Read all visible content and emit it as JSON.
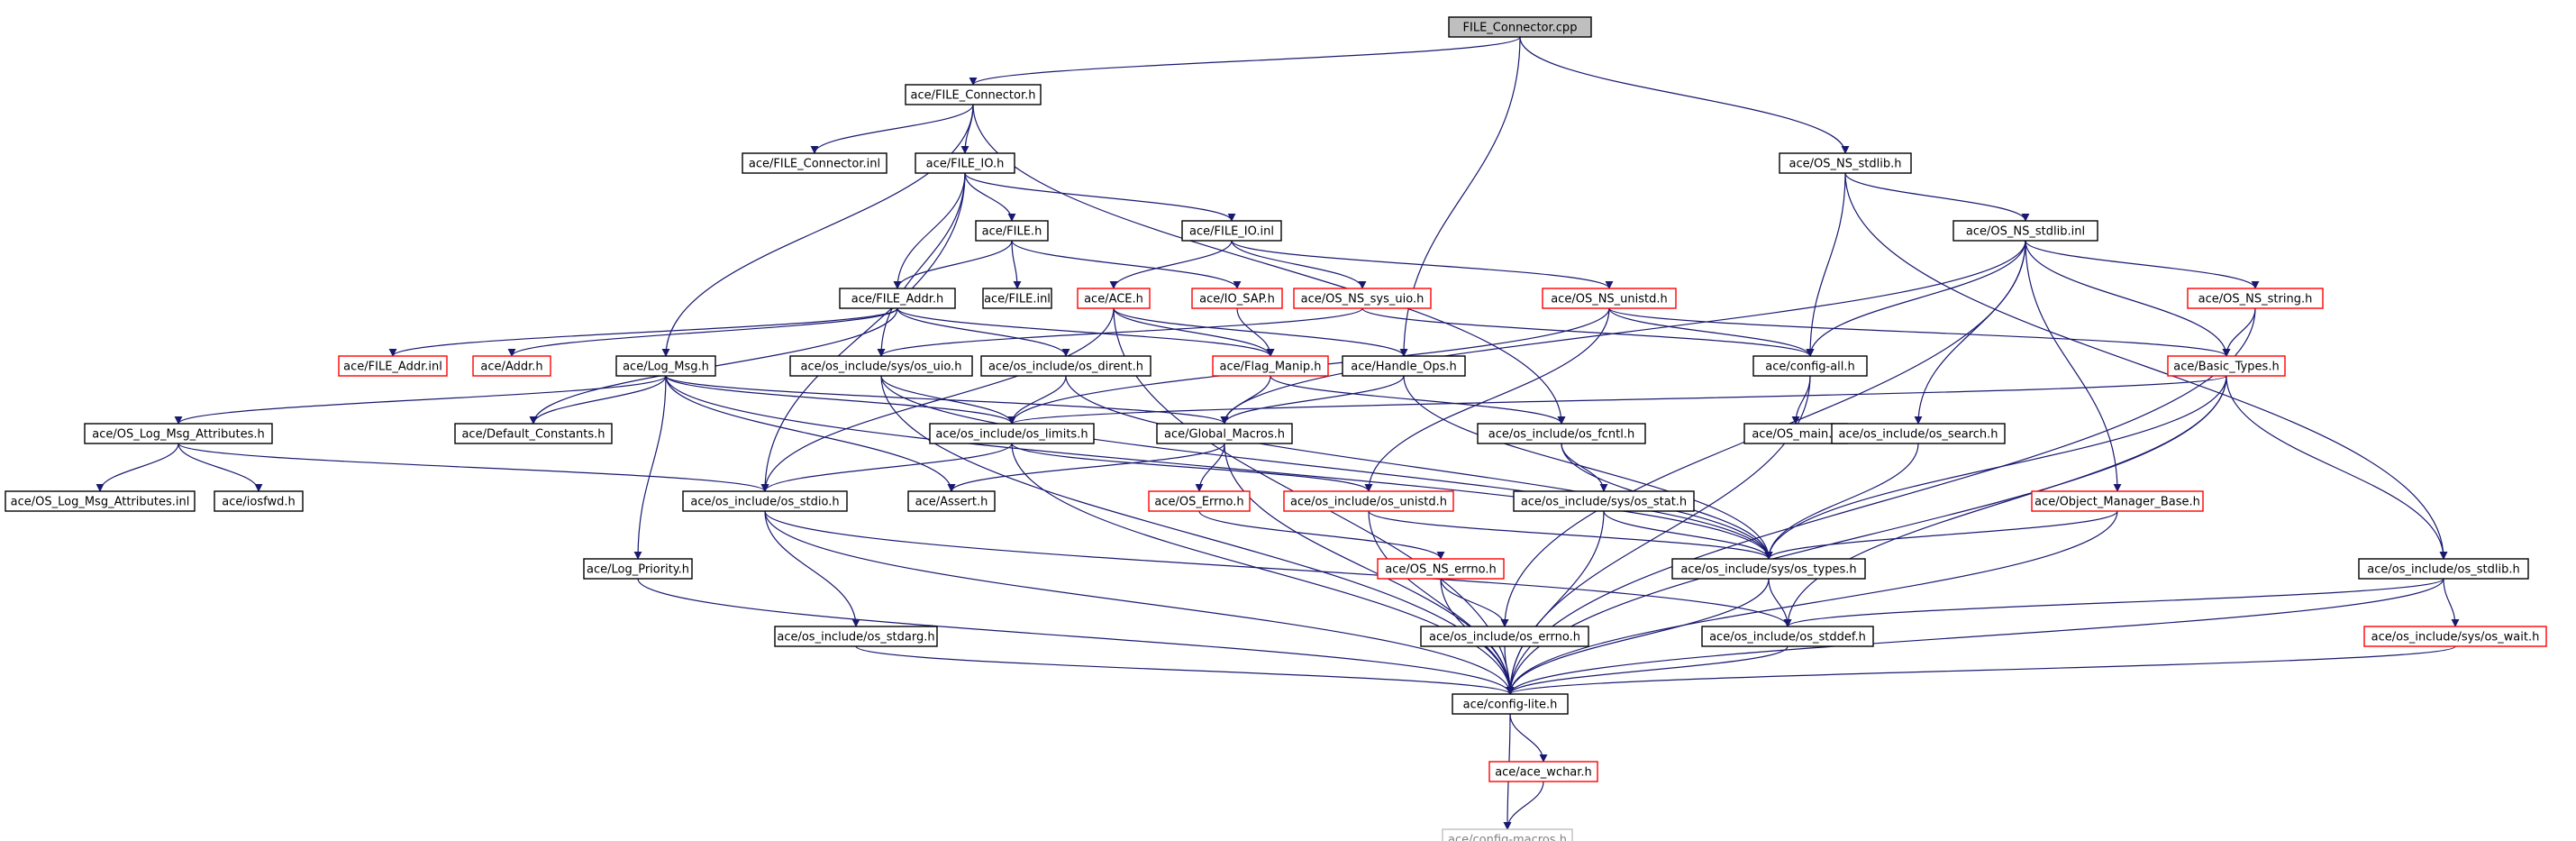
{
  "colors": {
    "edge": "#191970",
    "normal_border": "#000000",
    "truncated_border": "#ff0000",
    "root_fill": "#bfbfbf",
    "node_fill": "#ffffff",
    "text": "#000000",
    "faded_text": "#808080",
    "faded_border": "#bfbfbf"
  },
  "nodes": [
    {
      "id": "root",
      "label": "FILE_Connector.cpp",
      "style": "root"
    },
    {
      "id": "fc_h",
      "label": "ace/FILE_Connector.h",
      "style": "normal"
    },
    {
      "id": "os_ns_stdlib_h",
      "label": "ace/OS_NS_stdlib.h",
      "style": "normal"
    },
    {
      "id": "fc_inl",
      "label": "ace/FILE_Connector.inl",
      "style": "normal"
    },
    {
      "id": "file_io_h",
      "label": "ace/FILE_IO.h",
      "style": "normal"
    },
    {
      "id": "os_ns_stdlib_inl",
      "label": "ace/OS_NS_stdlib.inl",
      "style": "normal"
    },
    {
      "id": "file_h",
      "label": "ace/FILE.h",
      "style": "normal"
    },
    {
      "id": "file_io_inl",
      "label": "ace/FILE_IO.inl",
      "style": "normal"
    },
    {
      "id": "file_addr_h",
      "label": "ace/FILE_Addr.h",
      "style": "normal"
    },
    {
      "id": "file_inl",
      "label": "ace/FILE.inl",
      "style": "normal"
    },
    {
      "id": "ace_h",
      "label": "ace/ACE.h",
      "style": "truncated"
    },
    {
      "id": "io_sap_h",
      "label": "ace/IO_SAP.h",
      "style": "truncated"
    },
    {
      "id": "os_ns_sys_uio_h",
      "label": "ace/OS_NS_sys_uio.h",
      "style": "truncated"
    },
    {
      "id": "os_ns_unistd_h",
      "label": "ace/OS_NS_unistd.h",
      "style": "truncated"
    },
    {
      "id": "os_ns_string_h",
      "label": "ace/OS_NS_string.h",
      "style": "truncated"
    },
    {
      "id": "file_addr_inl",
      "label": "ace/FILE_Addr.inl",
      "style": "truncated"
    },
    {
      "id": "addr_h",
      "label": "ace/Addr.h",
      "style": "truncated"
    },
    {
      "id": "log_msg_h",
      "label": "ace/Log_Msg.h",
      "style": "normal"
    },
    {
      "id": "os_sys_uio_h",
      "label": "ace/os_include/sys/os_uio.h",
      "style": "normal"
    },
    {
      "id": "os_dirent_h",
      "label": "ace/os_include/os_dirent.h",
      "style": "normal"
    },
    {
      "id": "flag_manip_h",
      "label": "ace/Flag_Manip.h",
      "style": "truncated"
    },
    {
      "id": "handle_ops_h",
      "label": "ace/Handle_Ops.h",
      "style": "normal"
    },
    {
      "id": "config_all_h",
      "label": "ace/config-all.h",
      "style": "normal"
    },
    {
      "id": "basic_types_h",
      "label": "ace/Basic_Types.h",
      "style": "truncated"
    },
    {
      "id": "log_msg_attr_h",
      "label": "ace/OS_Log_Msg_Attributes.h",
      "style": "normal"
    },
    {
      "id": "default_constants_h",
      "label": "ace/Default_Constants.h",
      "style": "normal"
    },
    {
      "id": "os_limits_h",
      "label": "ace/os_include/os_limits.h",
      "style": "normal"
    },
    {
      "id": "global_macros_h",
      "label": "ace/Global_Macros.h",
      "style": "normal"
    },
    {
      "id": "os_fcntl_h",
      "label": "ace/os_include/os_fcntl.h",
      "style": "normal"
    },
    {
      "id": "os_main_h",
      "label": "ace/OS_main.h",
      "style": "normal"
    },
    {
      "id": "os_search_h",
      "label": "ace/os_include/os_search.h",
      "style": "normal"
    },
    {
      "id": "log_msg_attr_inl",
      "label": "ace/OS_Log_Msg_Attributes.inl",
      "style": "normal"
    },
    {
      "id": "iosfwd_h",
      "label": "ace/iosfwd.h",
      "style": "normal"
    },
    {
      "id": "os_stdio_h",
      "label": "ace/os_include/os_stdio.h",
      "style": "normal"
    },
    {
      "id": "assert_h",
      "label": "ace/Assert.h",
      "style": "normal"
    },
    {
      "id": "os_errno_h_ace",
      "label": "ace/OS_Errno.h",
      "style": "truncated"
    },
    {
      "id": "os_unistd_h",
      "label": "ace/os_include/os_unistd.h",
      "style": "truncated"
    },
    {
      "id": "os_sys_stat_h",
      "label": "ace/os_include/sys/os_stat.h",
      "style": "normal"
    },
    {
      "id": "object_manager_base_h",
      "label": "ace/Object_Manager_Base.h",
      "style": "truncated"
    },
    {
      "id": "log_priority_h",
      "label": "ace/Log_Priority.h",
      "style": "normal"
    },
    {
      "id": "os_ns_errno_h",
      "label": "ace/OS_NS_errno.h",
      "style": "truncated"
    },
    {
      "id": "os_sys_types_h",
      "label": "ace/os_include/sys/os_types.h",
      "style": "normal"
    },
    {
      "id": "os_stdlib_h",
      "label": "ace/os_include/os_stdlib.h",
      "style": "normal"
    },
    {
      "id": "os_stdarg_h",
      "label": "ace/os_include/os_stdarg.h",
      "style": "normal"
    },
    {
      "id": "os_errno_h",
      "label": "ace/os_include/os_errno.h",
      "style": "normal"
    },
    {
      "id": "os_stddef_h",
      "label": "ace/os_include/os_stddef.h",
      "style": "normal"
    },
    {
      "id": "os_sys_wait_h",
      "label": "ace/os_include/sys/os_wait.h",
      "style": "truncated"
    },
    {
      "id": "config_lite_h",
      "label": "ace/config-lite.h",
      "style": "normal"
    },
    {
      "id": "ace_wchar_h",
      "label": "ace/ace_wchar.h",
      "style": "truncated"
    },
    {
      "id": "config_macros_h",
      "label": "ace/config-macros.h",
      "style": "faded"
    }
  ],
  "edges": [
    [
      "root",
      "fc_h"
    ],
    [
      "root",
      "os_ns_stdlib_h"
    ],
    [
      "root",
      "handle_ops_h"
    ],
    [
      "fc_h",
      "fc_inl"
    ],
    [
      "fc_h",
      "file_io_h"
    ],
    [
      "fc_h",
      "log_msg_h"
    ],
    [
      "fc_h",
      "os_fcntl_h"
    ],
    [
      "os_ns_stdlib_h",
      "os_ns_stdlib_inl"
    ],
    [
      "os_ns_stdlib_h",
      "config_all_h"
    ],
    [
      "os_ns_stdlib_h",
      "os_stdlib_h"
    ],
    [
      "file_io_h",
      "file_h"
    ],
    [
      "file_io_h",
      "file_io_inl"
    ],
    [
      "file_io_h",
      "file_addr_h"
    ],
    [
      "file_io_h",
      "os_sys_uio_h"
    ],
    [
      "file_io_h",
      "os_stdio_h"
    ],
    [
      "file_h",
      "file_addr_h"
    ],
    [
      "file_h",
      "file_inl"
    ],
    [
      "file_h",
      "io_sap_h"
    ],
    [
      "file_io_inl",
      "ace_h"
    ],
    [
      "file_io_inl",
      "os_ns_sys_uio_h"
    ],
    [
      "file_io_inl",
      "os_ns_unistd_h"
    ],
    [
      "file_addr_h",
      "file_addr_inl"
    ],
    [
      "file_addr_h",
      "addr_h"
    ],
    [
      "file_addr_h",
      "flag_manip_h"
    ],
    [
      "file_addr_h",
      "os_dirent_h"
    ],
    [
      "file_addr_h",
      "default_constants_h"
    ],
    [
      "ace_h",
      "flag_manip_h"
    ],
    [
      "ace_h",
      "handle_ops_h"
    ],
    [
      "ace_h",
      "os_stdio_h"
    ],
    [
      "ace_h",
      "config_lite_h"
    ],
    [
      "io_sap_h",
      "flag_manip_h"
    ],
    [
      "os_ns_sys_uio_h",
      "config_all_h"
    ],
    [
      "os_ns_sys_uio_h",
      "os_sys_uio_h"
    ],
    [
      "os_ns_unistd_h",
      "config_all_h"
    ],
    [
      "os_ns_unistd_h",
      "basic_types_h"
    ],
    [
      "os_ns_unistd_h",
      "os_unistd_h"
    ],
    [
      "os_ns_unistd_h",
      "os_limits_h"
    ],
    [
      "os_ns_stdlib_inl",
      "config_all_h"
    ],
    [
      "os_ns_stdlib_inl",
      "os_ns_string_h"
    ],
    [
      "os_ns_stdlib_inl",
      "basic_types_h"
    ],
    [
      "os_ns_stdlib_inl",
      "os_search_h"
    ],
    [
      "os_ns_stdlib_inl",
      "object_manager_base_h"
    ],
    [
      "os_ns_stdlib_inl",
      "os_errno_h"
    ],
    [
      "os_ns_stdlib_inl",
      "global_macros_h"
    ],
    [
      "os_ns_string_h",
      "basic_types_h"
    ],
    [
      "os_ns_string_h",
      "config_lite_h"
    ],
    [
      "basic_types_h",
      "os_limits_h"
    ],
    [
      "basic_types_h",
      "os_sys_types_h"
    ],
    [
      "basic_types_h",
      "os_stdlib_h"
    ],
    [
      "basic_types_h",
      "os_stddef_h"
    ],
    [
      "basic_types_h",
      "config_lite_h"
    ],
    [
      "log_msg_h",
      "log_msg_attr_h"
    ],
    [
      "log_msg_h",
      "default_constants_h"
    ],
    [
      "log_msg_h",
      "os_limits_h"
    ],
    [
      "log_msg_h",
      "global_macros_h"
    ],
    [
      "log_msg_h",
      "assert_h"
    ],
    [
      "log_msg_h",
      "log_priority_h"
    ],
    [
      "log_msg_h",
      "os_sys_types_h"
    ],
    [
      "log_msg_attr_h",
      "log_msg_attr_inl"
    ],
    [
      "log_msg_attr_h",
      "iosfwd_h"
    ],
    [
      "log_msg_attr_h",
      "os_stdio_h"
    ],
    [
      "os_sys_uio_h",
      "os_limits_h"
    ],
    [
      "os_sys_uio_h",
      "os_sys_types_h"
    ],
    [
      "os_sys_uio_h",
      "config_lite_h"
    ],
    [
      "os_dirent_h",
      "os_limits_h"
    ],
    [
      "os_dirent_h",
      "os_sys_types_h"
    ],
    [
      "flag_manip_h",
      "global_macros_h"
    ],
    [
      "flag_manip_h",
      "os_fcntl_h"
    ],
    [
      "handle_ops_h",
      "global_macros_h"
    ],
    [
      "handle_ops_h",
      "os_sys_types_h"
    ],
    [
      "config_all_h",
      "os_main_h"
    ],
    [
      "config_all_h",
      "config_lite_h"
    ],
    [
      "os_limits_h",
      "os_stdio_h"
    ],
    [
      "os_limits_h",
      "os_unistd_h"
    ],
    [
      "os_limits_h",
      "config_lite_h"
    ],
    [
      "global_macros_h",
      "os_errno_h_ace"
    ],
    [
      "global_macros_h",
      "assert_h"
    ],
    [
      "global_macros_h",
      "config_lite_h"
    ],
    [
      "os_errno_h_ace",
      "os_ns_errno_h"
    ],
    [
      "os_fcntl_h",
      "os_sys_stat_h"
    ],
    [
      "os_fcntl_h",
      "os_sys_types_h"
    ],
    [
      "os_sys_stat_h",
      "os_sys_types_h"
    ],
    [
      "os_sys_stat_h",
      "config_lite_h"
    ],
    [
      "os_search_h",
      "os_sys_types_h"
    ],
    [
      "object_manager_base_h",
      "os_sys_types_h"
    ],
    [
      "object_manager_base_h",
      "config_lite_h"
    ],
    [
      "os_stdio_h",
      "os_stdarg_h"
    ],
    [
      "os_stdio_h",
      "os_stddef_h"
    ],
    [
      "os_stdio_h",
      "config_lite_h"
    ],
    [
      "os_unistd_h",
      "os_sys_types_h"
    ],
    [
      "os_unistd_h",
      "config_lite_h"
    ],
    [
      "os_ns_errno_h",
      "os_errno_h"
    ],
    [
      "os_ns_errno_h",
      "config_lite_h"
    ],
    [
      "log_priority_h",
      "config_lite_h"
    ],
    [
      "os_sys_types_h",
      "os_stddef_h"
    ],
    [
      "os_sys_types_h",
      "config_lite_h"
    ],
    [
      "os_stdlib_h",
      "os_stddef_h"
    ],
    [
      "os_stdlib_h",
      "os_sys_wait_h"
    ],
    [
      "os_stdlib_h",
      "config_lite_h"
    ],
    [
      "os_stdarg_h",
      "config_lite_h"
    ],
    [
      "os_errno_h",
      "config_lite_h"
    ],
    [
      "os_stddef_h",
      "config_lite_h"
    ],
    [
      "os_sys_wait_h",
      "config_lite_h"
    ],
    [
      "config_lite_h",
      "ace_wchar_h"
    ],
    [
      "config_lite_h",
      "config_macros_h"
    ],
    [
      "ace_wchar_h",
      "config_macros_h"
    ]
  ]
}
